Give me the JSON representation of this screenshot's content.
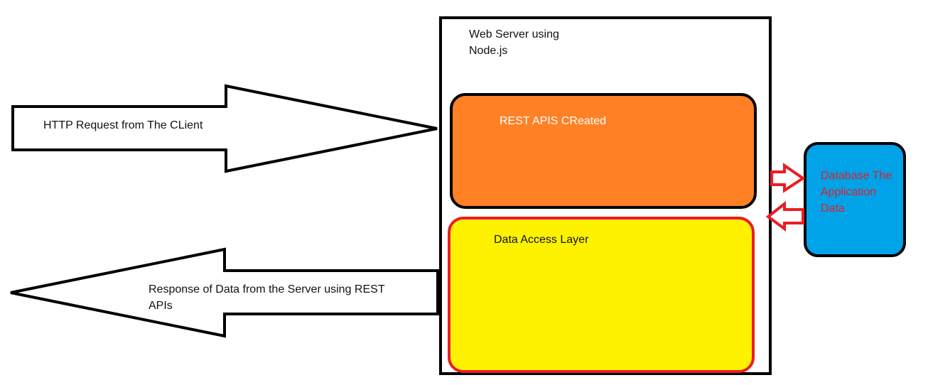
{
  "colors": {
    "outline": "#000000",
    "rest_fill": "#ff8025",
    "dal_fill": "#fff200",
    "dal_border": "#ed1c24",
    "db_fill": "#00a2e8",
    "db_text": "#e0202a",
    "arrow_red": "#ed1c24"
  },
  "server": {
    "title": "Web Server using\nNode.js"
  },
  "rest": {
    "label": "REST APIS CReated"
  },
  "dal": {
    "label": "Data Access Layer"
  },
  "database": {
    "label": "Database The\nApplication\n Data"
  },
  "request_arrow": {
    "label": "HTTP Request from The CLient"
  },
  "response_arrow": {
    "label": "Response of Data from the Server using REST\nAPIs"
  }
}
